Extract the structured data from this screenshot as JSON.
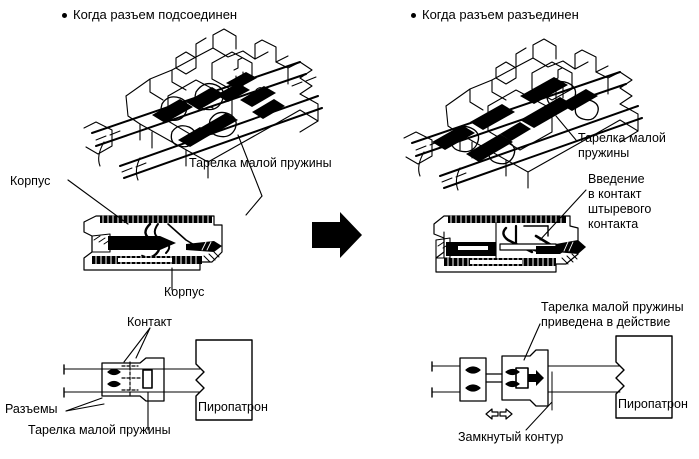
{
  "document": {
    "type": "technical-diagram",
    "subject": "Squib / pyro connector shorting-bar operation",
    "background_color": "#ffffff",
    "line_color": "#000000"
  },
  "panels": {
    "left": {
      "heading": "Когда разъем подсоединен",
      "heading_bullet": "•",
      "labels": {
        "small_spring_plate": "Тарелка малой пружины",
        "housing_upper": "Корпус",
        "housing_lower": "Корпус",
        "contact": "Контакт",
        "connectors": "Разъемы",
        "small_spring_plate_schematic": "Тарелка малой пружины",
        "squib": "Пиропатрон"
      }
    },
    "right": {
      "heading": "Когда разъем разъединен",
      "heading_bullet": "•",
      "labels": {
        "small_spring_plate": "Тарелка малой\nпружины",
        "pin_contact_insertion": "Введение\nв контакт\nштыревого\nконтакта",
        "small_spring_plate_actuated": "Тарелка малой пружины\nприведена в действие",
        "closed_circuit": "Замкнутый контур",
        "squib": "Пиропатрон"
      }
    }
  },
  "flow_arrow": {
    "name": "right-arrow",
    "direction": "right",
    "color": "#000000"
  },
  "motion_arrows": {
    "name": "double-outline-arrows",
    "glyphs": "⇐⇒",
    "meaning": "движение разъема"
  }
}
